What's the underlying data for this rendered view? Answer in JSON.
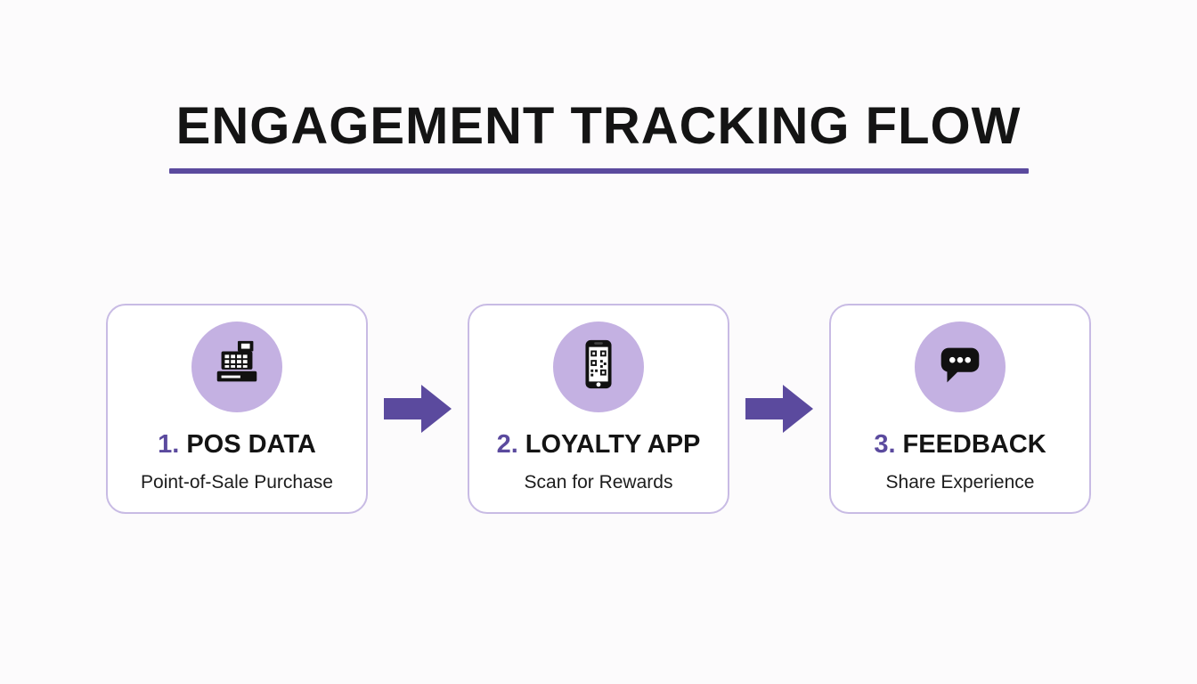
{
  "title": "ENGAGEMENT TRACKING FLOW",
  "colors": {
    "accent": "#5b4a9e",
    "card_border": "#c8bbe4",
    "circle_bg": "#c4b1e2",
    "arrow": "#5b4a9e",
    "icon": "#111111",
    "background": "#fcfbfc"
  },
  "steps": [
    {
      "number": "1.",
      "label": "POS DATA",
      "sublabel": "Point-of-Sale Purchase",
      "icon": "cash-register-icon"
    },
    {
      "number": "2.",
      "label": "LOYALTY APP",
      "sublabel": "Scan for Rewards",
      "icon": "qr-phone-icon"
    },
    {
      "number": "3.",
      "label": "FEEDBACK",
      "sublabel": "Share Experience",
      "icon": "chat-bubble-icon"
    }
  ]
}
